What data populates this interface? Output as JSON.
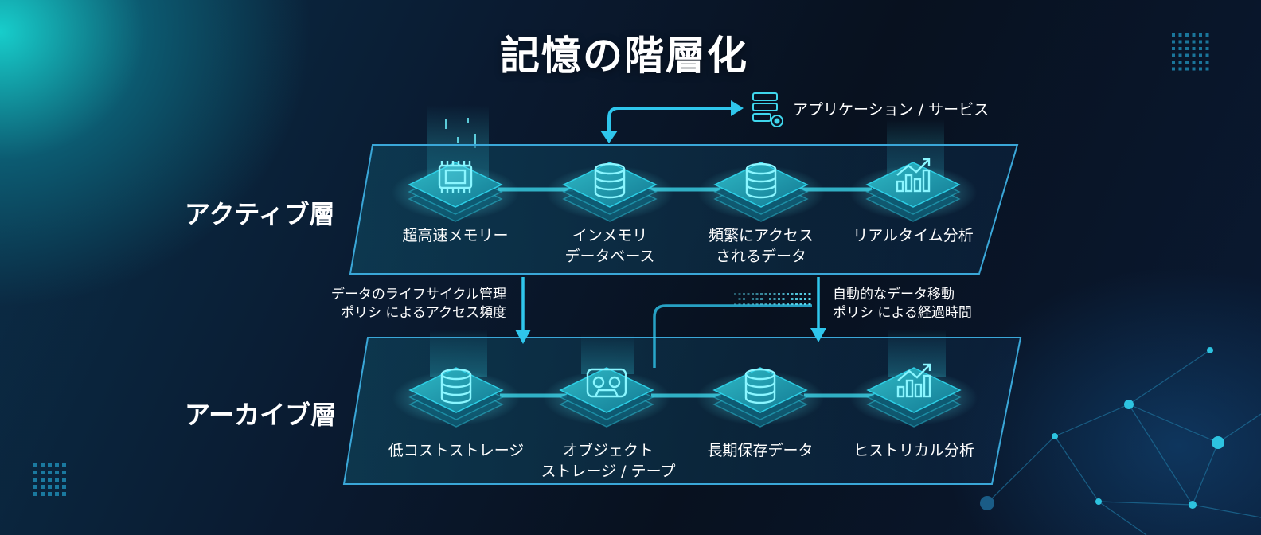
{
  "title": "記憶の階層化",
  "app_label": "アプリケーション / サービス",
  "layers": {
    "active": {
      "label": "アクティブ層",
      "nodes": [
        {
          "lines": [
            "超高速メモリー"
          ],
          "icon": "memory-chip-icon"
        },
        {
          "lines": [
            "インメモリ",
            "データベース"
          ],
          "icon": "database-icon"
        },
        {
          "lines": [
            "頻繁にアクセス",
            "されるデータ"
          ],
          "icon": "database-icon"
        },
        {
          "lines": [
            "リアルタイム分析"
          ],
          "icon": "analytics-chart-icon"
        }
      ]
    },
    "archive": {
      "label": "アーカイブ層",
      "nodes": [
        {
          "lines": [
            "低コストストレージ"
          ],
          "icon": "database-icon"
        },
        {
          "lines": [
            "オブジェクト",
            "ストレージ / テープ"
          ],
          "icon": "tape-cassette-icon"
        },
        {
          "lines": [
            "長期保存データ"
          ],
          "icon": "database-icon"
        },
        {
          "lines": [
            "ヒストリカル分析"
          ],
          "icon": "analytics-chart-icon"
        }
      ]
    }
  },
  "flows": {
    "left": {
      "lines": [
        "データのライフサイクル管理",
        "ポリシ によるアクセス頻度"
      ]
    },
    "right": {
      "lines": [
        "自動的なデータ移動",
        "ポリシ による経過時間"
      ]
    }
  },
  "colors": {
    "accent": "#2fd8f0",
    "accent_dark": "#1a8fb8",
    "panel_border": "#3aa7d8"
  }
}
